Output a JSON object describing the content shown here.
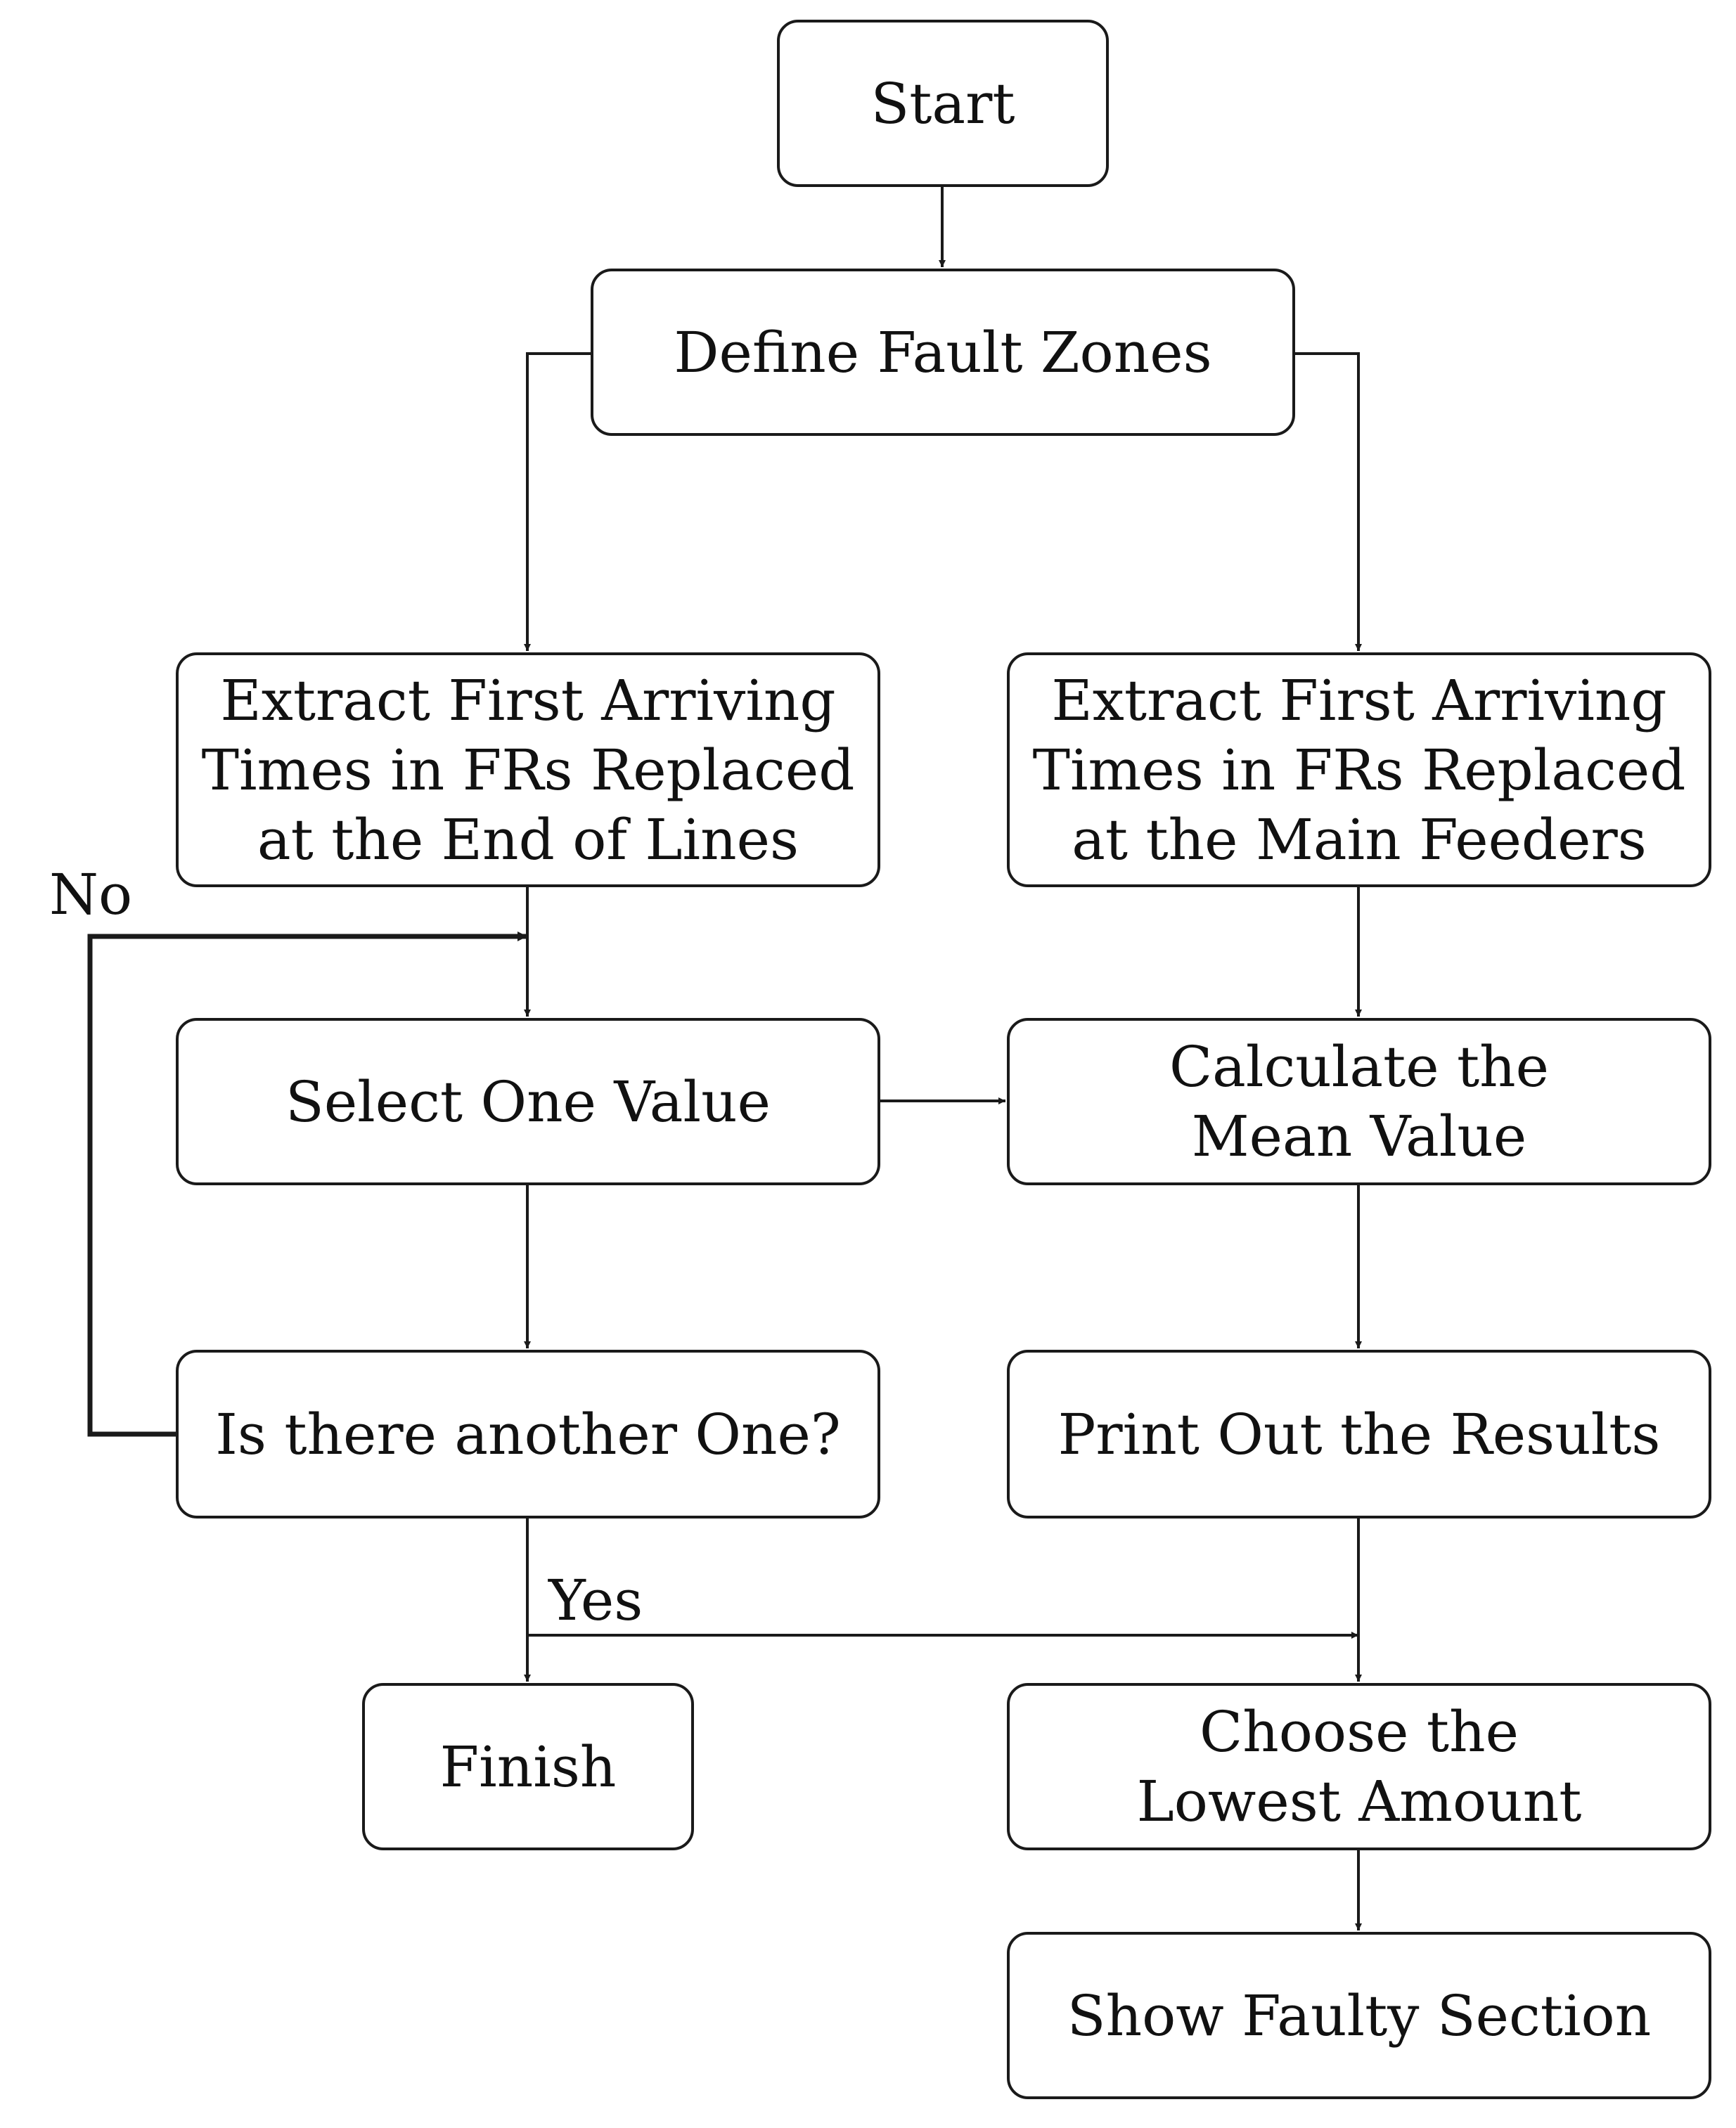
{
  "nodes": {
    "start": "Start",
    "define": "Define Fault Zones",
    "extract_end": [
      "Extract First Arriving",
      "Times in FRs Replaced",
      "at the End of Lines"
    ],
    "extract_main": [
      "Extract First Arriving",
      "Times in FRs Replaced",
      "at the Main Feeders"
    ],
    "select": "Select One Value",
    "mean": [
      "Calculate the",
      "Mean Value"
    ],
    "another": "Is there another One?",
    "print": "Print Out the Results",
    "finish": "Finish",
    "lowest": [
      "Choose the",
      "Lowest Amount"
    ],
    "faulty": "Show Faulty Section"
  },
  "labels": {
    "no": "No",
    "yes": "Yes"
  },
  "colors": {
    "stroke": "#1a1a1a",
    "text": "#111111",
    "background": "#ffffff"
  }
}
